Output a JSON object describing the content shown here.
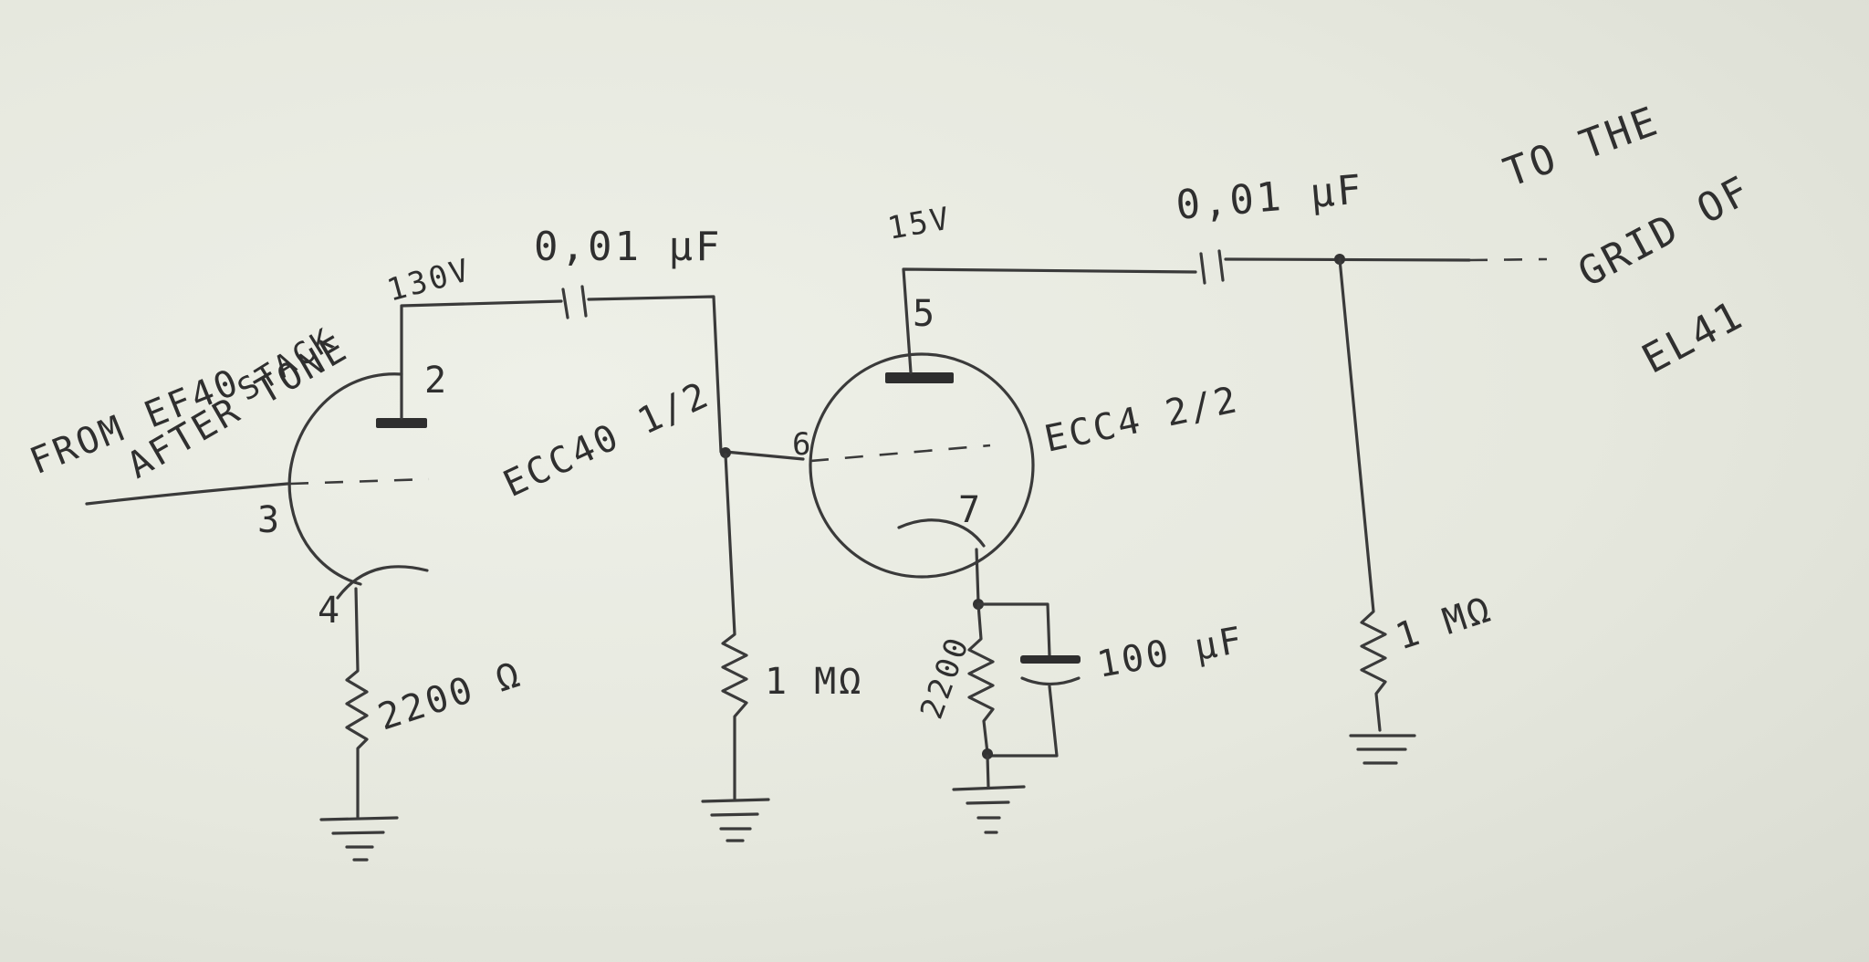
{
  "input_label": {
    "line1": "FROM EF40",
    "line2": "AFTER TONE",
    "line3": "STACK"
  },
  "tube1": {
    "name": "ECC40 1/2",
    "plate_voltage": "130V",
    "pin_plate": "2",
    "pin_grid": "3",
    "pin_cathode": "4",
    "cathode_resistor": "2200 Ω"
  },
  "coupling_cap_1": "0,01 μF",
  "grid_leak_1": "1 MΩ",
  "tube2": {
    "name": "ECC4 2/2",
    "plate_voltage": "15V",
    "pin_plate": "5",
    "pin_grid": "6",
    "pin_cathode": "7",
    "cathode_resistor": "2200",
    "bypass_cap": "100 μF"
  },
  "coupling_cap_2": "0,01 μF",
  "grid_leak_2": "1 MΩ",
  "output_label": {
    "line1": "TO THE",
    "line2": "GRID OF",
    "line3": "EL41"
  }
}
